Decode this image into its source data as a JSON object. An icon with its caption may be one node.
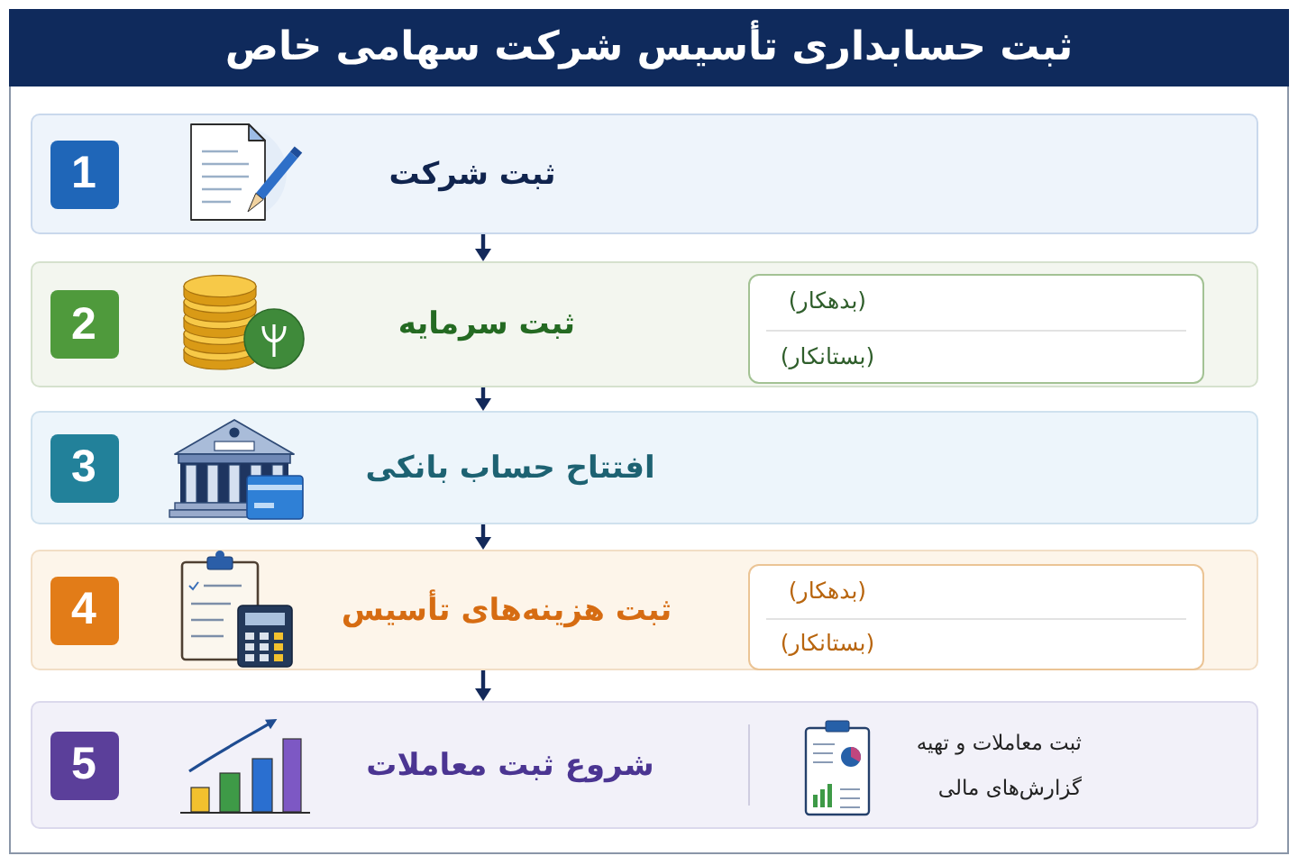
{
  "diagram": {
    "title": "ثبت حسابداری تأسیس شرکت سهامی خاص",
    "nodes": [
      {
        "text": [
          "ثبت شرکت"
        ]
      },
      {
        "text": [
          "1"
        ],
        "in": 0
      },
      {
        "text": [
          "ثبت سرمایه"
        ]
      },
      {
        "text": [
          "2"
        ],
        "in": 2
      },
      {
        "text": [
          "(بدهکار)",
          "(بستانکار)"
        ],
        "in": 2
      },
      {
        "text": [
          "افتتاح حساب بانکی"
        ]
      },
      {
        "text": [
          "3"
        ],
        "in": 5
      },
      {
        "text": [
          "ثبت هزینه‌های تأسیس"
        ]
      },
      {
        "text": [
          "4"
        ],
        "in": 7
      },
      {
        "text": [
          "(بدهکار)",
          "(بستانکار)"
        ],
        "in": 7
      },
      {
        "text": [
          "ثبت معاملات و تهیه گزارش‌های مالی",
          "شروع ثبت معاملات"
        ]
      },
      {
        "text": [
          "5"
        ],
        "in": 10
      }
    ],
    "edges": [
      {
        "from": 0,
        "to": 2,
        "arrow": "to"
      },
      {
        "from": 2,
        "to": 5,
        "arrow": "to"
      },
      {
        "from": 5,
        "to": 7,
        "arrow": "to"
      },
      {
        "from": 7,
        "to": 10,
        "arrow": "to"
      }
    ]
  }
}
